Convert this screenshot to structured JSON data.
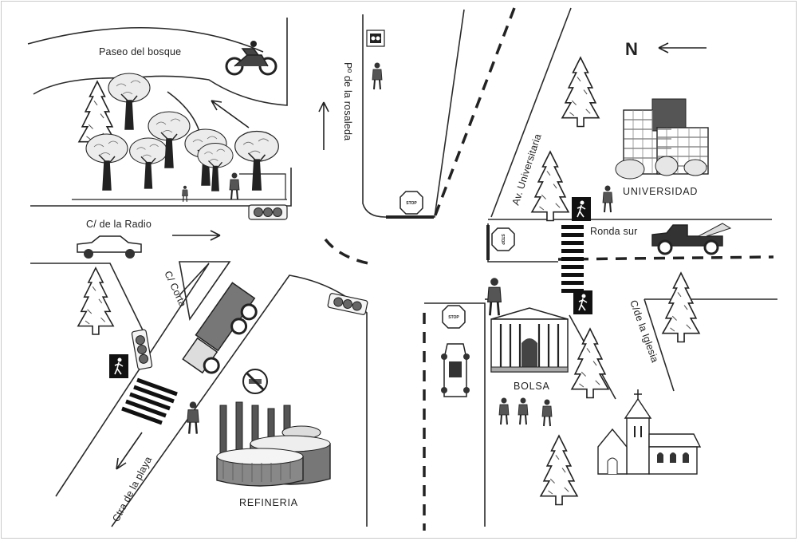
{
  "compass": {
    "letter": "N"
  },
  "streets": {
    "paseo_bosque": "Paseo del bosque",
    "rosaleda": "Pº de la rosaleda",
    "radio": "C/ de la Radio",
    "corta": "C/ Corta",
    "playa": "Ctra de la playa",
    "universitaria": "Av. Universitaria",
    "ronda_sur": "Ronda sur",
    "iglesia": "C/de la Iglesia"
  },
  "places": {
    "universidad": "UNIVERSIDAD",
    "bolsa": "BOLSA",
    "refineria": "REFINERIA"
  },
  "signs": {
    "stop": "STOP"
  },
  "colors": {
    "ink": "#222222",
    "road": "#2a2a2a",
    "foliage": "#e6e6e6",
    "background": "#ffffff"
  },
  "icons": [
    "motorcycle-icon",
    "pedestrian-crossing-sign-icon",
    "no-smoking-sign-icon",
    "traffic-light-icon",
    "stop-sign-icon",
    "car-icon",
    "truck-icon",
    "pickup-truck-icon",
    "tree-icon",
    "fir-tree-icon",
    "church-icon",
    "building-icon",
    "factory-icon",
    "person-icon"
  ]
}
